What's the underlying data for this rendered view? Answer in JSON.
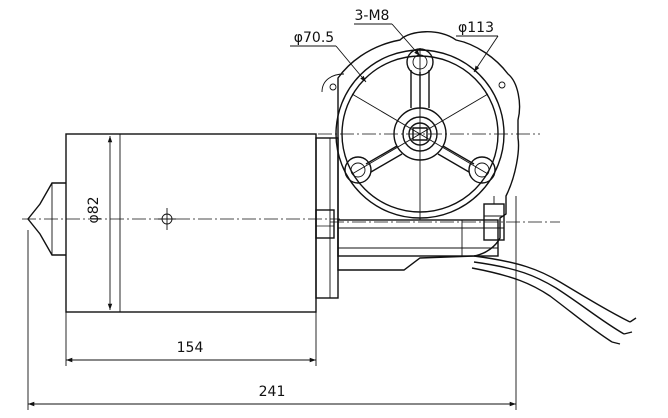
{
  "drawing": {
    "type": "dimensioned technical drawing of a DC worm-gear motor",
    "line_color": "#111111",
    "background": "#ffffff",
    "dimensions": {
      "motor_body_diameter": "φ82",
      "motor_body_length": "154",
      "overall_length": "241",
      "bolt_circle_diameter": "φ70.5",
      "flange_diameter": "φ113",
      "mounting_holes": "3-M8"
    }
  }
}
